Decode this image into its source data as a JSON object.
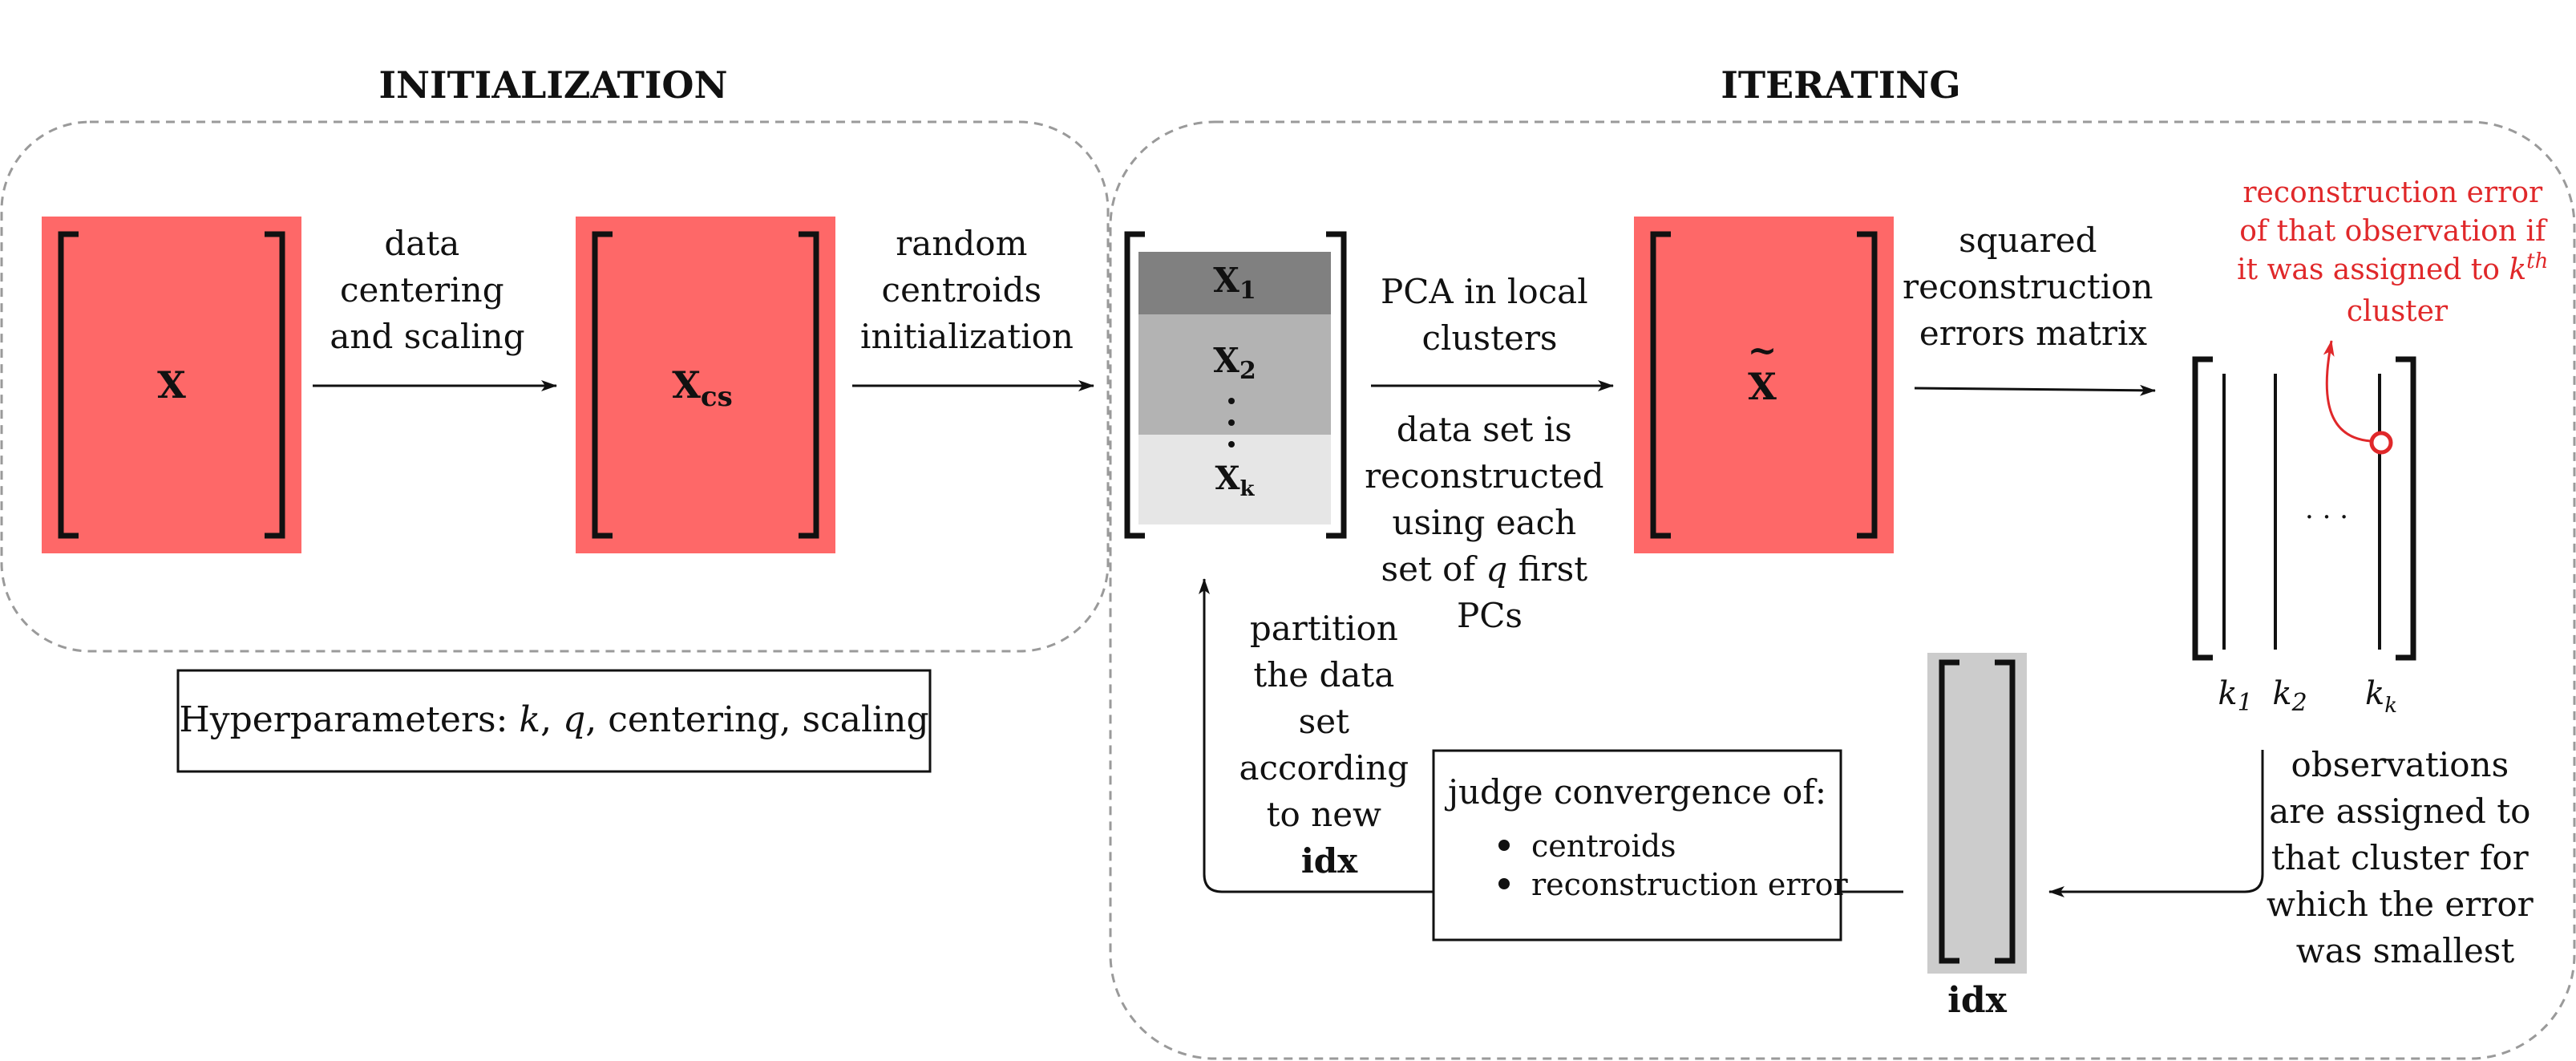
{
  "sections": {
    "initialization_title": "INITIALIZATION",
    "iterating_title": "ITERATING"
  },
  "matrices": {
    "x": "X",
    "xcs_main": "X",
    "xcs_sub": "cs",
    "xtilde": "X",
    "xtilde_mark": "~",
    "blocks": [
      {
        "main": "X",
        "sub": "1"
      },
      {
        "main": "X",
        "sub": "2"
      },
      {
        "main": "X",
        "sub": "k"
      }
    ],
    "idx": "idx"
  },
  "labels": {
    "data_centering": [
      "data",
      "centering",
      "and scaling"
    ],
    "random_centroids": [
      "random",
      "centroids",
      "initialization"
    ],
    "pca_local": [
      "PCA in local",
      "clusters"
    ],
    "reconstructed": [
      "data set is",
      "reconstructed",
      "using each",
      "set of",
      "q",
      "first",
      "PCs"
    ],
    "squared_errors": [
      "squared",
      "reconstruction",
      "errors matrix"
    ],
    "reconstruction_error_note": [
      "reconstruction error",
      "of that observation if",
      "it was assigned to",
      "k",
      "th",
      "cluster"
    ],
    "columns": [
      {
        "main": "k",
        "sub": "1"
      },
      {
        "main": "k",
        "sub": "2"
      },
      {
        "main": "k",
        "sub": "k"
      }
    ],
    "dots": "· · ·",
    "observations_assigned": [
      "observations",
      "are assigned to",
      "that cluster for",
      "which the error",
      "was smallest"
    ],
    "partition": [
      "partition",
      "the data",
      "set",
      "according",
      "to new",
      "idx"
    ],
    "judge": {
      "title": "judge convergence of:",
      "items": [
        "centroids",
        "reconstruction error"
      ]
    },
    "hyperparameters": {
      "prefix": "Hyperparameters: ",
      "k": "k",
      "sep1": ", ",
      "q": "q",
      "rest": ", centering, scaling"
    }
  },
  "colors": {
    "matrix_fill": "#fe6868",
    "block1": "#808080",
    "block2": "#b3b3b3",
    "block3": "#e6e6e6",
    "idx_fill": "#cccccc",
    "accent_red": "#e0282a",
    "dashed_border": "#9a9a9a"
  }
}
